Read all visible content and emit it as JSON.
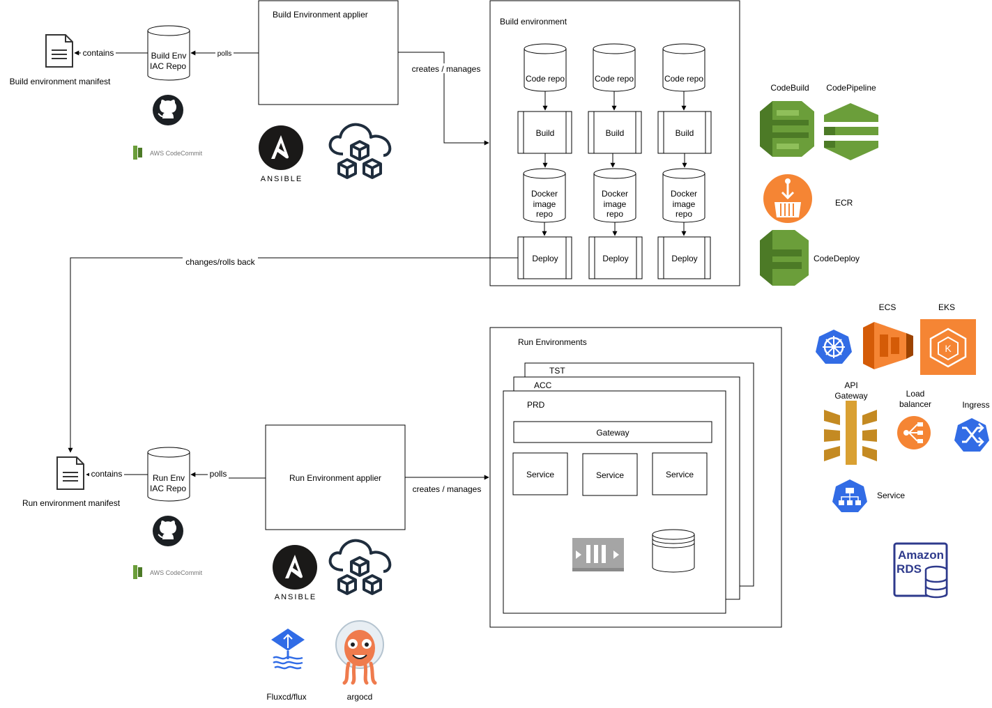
{
  "build_applier": {
    "title": "Build Environment applier",
    "edge_polls": "polls",
    "edge_creates": "creates / manages",
    "repo_line1": "Build Env",
    "repo_line2": "IAC Repo",
    "edge_contains": "contains",
    "manifest_label": "Build environment manifest",
    "codecommit_label": "AWS CodeCommit"
  },
  "build_environment": {
    "title": "Build environment",
    "pipelines": [
      {
        "code_repo": "Code repo",
        "build": "Build",
        "docker": [
          "Docker",
          "image",
          "repo"
        ],
        "deploy": "Deploy"
      },
      {
        "code_repo": "Code repo",
        "build": "Build",
        "docker": [
          "Docker",
          "image",
          "repo"
        ],
        "deploy": "Deploy"
      },
      {
        "code_repo": "Code repo",
        "build": "Build",
        "docker": [
          "Docker",
          "image",
          "repo"
        ],
        "deploy": "Deploy"
      }
    ]
  },
  "rollback_edge": "changes/rolls back",
  "run_applier": {
    "title": "Run Environment applier",
    "edge_polls": "polls",
    "edge_creates": "creates / manages",
    "repo_line1": "Run Env",
    "repo_line2": "IAC Repo",
    "edge_contains": "contains",
    "manifest_label": "Run environment manifest",
    "codecommit_label": "AWS CodeCommit"
  },
  "run_environments": {
    "title": "Run Environments",
    "envs": [
      "TST",
      "ACC",
      "PRD"
    ],
    "gateway": "Gateway",
    "services": [
      "Service",
      "Service",
      "Service"
    ]
  },
  "tools": {
    "ansible": "ANSIBLE",
    "flux": "Fluxcd/flux",
    "argocd": "argocd"
  },
  "aws_legend": {
    "codebuild": "CodeBuild",
    "codepipeline": "CodePipeline",
    "ecr": "ECR",
    "codedeploy": "CodeDeploy",
    "ecs": "ECS",
    "eks": "EKS",
    "api_gateway": [
      "API",
      "Gateway"
    ],
    "load_balancer": [
      "Load",
      "balancer"
    ],
    "ingress": "Ingress",
    "service": "Service",
    "rds": [
      "Amazon",
      "RDS"
    ]
  },
  "colors": {
    "aws_green": "#6b9e3a",
    "aws_green_dark": "#4c7a26",
    "aws_orange": "#f58534",
    "k8s_blue": "#326ce5",
    "api_gold": "#d9a032",
    "rds_blue": "#2e3a8c",
    "argo_orange": "#ef7b4d",
    "flux_blue": "#316ce6"
  }
}
